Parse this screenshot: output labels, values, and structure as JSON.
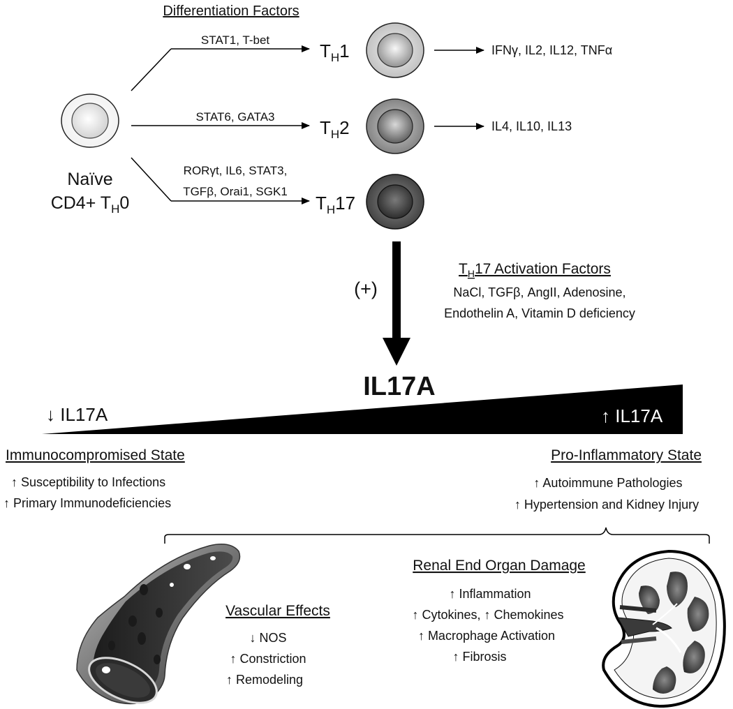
{
  "header": {
    "differentiation_factors": "Differentiation Factors"
  },
  "naive": {
    "line1": "Naïve",
    "line2_prefix": "CD4+ T",
    "line2_sub": "H",
    "line2_suffix": "0"
  },
  "pathways": {
    "th1": {
      "factors": "STAT1, T-bet",
      "label_main": "T",
      "label_sub": "H",
      "label_num": "1",
      "cytokines": "IFNγ, IL2, IL12, TNFα"
    },
    "th2": {
      "factors": "STAT6, GATA3",
      "label_main": "T",
      "label_sub": "H",
      "label_num": "2",
      "cytokines": "IL4, IL10, IL13"
    },
    "th17": {
      "factors_line1": "RORγt, IL6, STAT3,",
      "factors_line2": "TGFβ, Orai1, SGK1",
      "label_main": "T",
      "label_sub": "H",
      "label_num": "17"
    }
  },
  "activation": {
    "plus": "(+)",
    "title_T": "T",
    "title_sub": "H",
    "title_rest": "17 Activation Factors",
    "line1": "NaCl, TGFβ, AngII, Adenosine,",
    "line2": "Endothelin A, Vitamin D deficiency"
  },
  "il17a": {
    "title": "IL17A",
    "low": "↓ IL17A",
    "high": "↑ IL17A"
  },
  "immunocompromised": {
    "title": "Immunocompromised State",
    "items": [
      "↑ Susceptibility to Infections",
      "↑ Primary Immunodeficiencies"
    ]
  },
  "proinflammatory": {
    "title": "Pro-Inflammatory State",
    "items": [
      "↑ Autoimmune Pathologies",
      "↑ Hypertension and Kidney Injury"
    ]
  },
  "vascular": {
    "title": "Vascular Effects",
    "items": [
      "↓ NOS",
      "↑ Constriction",
      "↑ Remodeling"
    ]
  },
  "renal": {
    "title": "Renal End Organ Damage",
    "items": [
      "↑ Inflammation",
      "↑ Cytokines, ↑ Chemokines",
      "↑ Macrophage Activation",
      "↑ Fibrosis"
    ]
  }
}
